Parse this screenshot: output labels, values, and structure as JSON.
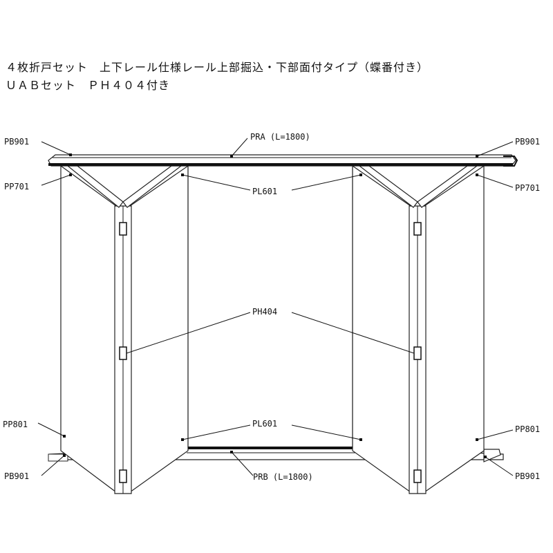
{
  "header": {
    "title_line1": "４枚折戸セット　上下レール仕様レール上部掘込・下部面付タイプ（蝶番付き）",
    "title_line2": "ＵＡＢセット　ＰＨ４０４付き"
  },
  "labels": {
    "pra": "PRA (L=1800)",
    "prb": "PRB (L=1800)",
    "pb901_tl": "PB901",
    "pb901_tr": "PB901",
    "pb901_bl": "PB901",
    "pb901_br": "PB901",
    "pp701_l": "PP701",
    "pp701_r": "PP701",
    "pl601_top": "PL601",
    "pl601_bottom": "PL601",
    "ph404": "PH404",
    "pp801_l": "PP801",
    "pp801_r": "PP801"
  }
}
